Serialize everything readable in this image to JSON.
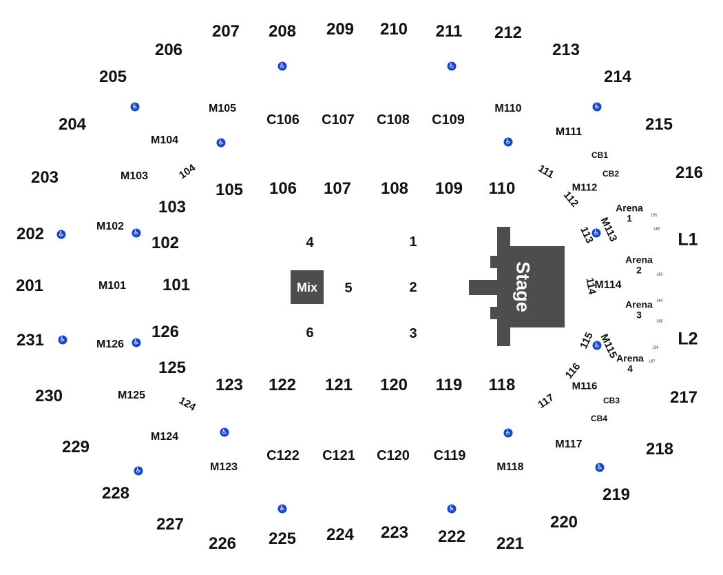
{
  "stage": {
    "label": "Stage"
  },
  "mix": {
    "label": "Mix"
  },
  "sections": [
    {
      "label": "207",
      "kind": "upper"
    },
    {
      "label": "208",
      "kind": "upper"
    },
    {
      "label": "209",
      "kind": "upper"
    },
    {
      "label": "210",
      "kind": "upper"
    },
    {
      "label": "211",
      "kind": "upper"
    },
    {
      "label": "212",
      "kind": "upper"
    },
    {
      "label": "206",
      "kind": "upper"
    },
    {
      "label": "213",
      "kind": "upper"
    },
    {
      "label": "205",
      "kind": "upper"
    },
    {
      "label": "214",
      "kind": "upper"
    },
    {
      "label": "204",
      "kind": "upper"
    },
    {
      "label": "215",
      "kind": "upper"
    },
    {
      "label": "203",
      "kind": "upper"
    },
    {
      "label": "216",
      "kind": "upper"
    },
    {
      "label": "202",
      "kind": "upper"
    },
    {
      "label": "201",
      "kind": "upper"
    },
    {
      "label": "231",
      "kind": "upper"
    },
    {
      "label": "230",
      "kind": "upper"
    },
    {
      "label": "217",
      "kind": "upper"
    },
    {
      "label": "229",
      "kind": "upper"
    },
    {
      "label": "218",
      "kind": "upper"
    },
    {
      "label": "228",
      "kind": "upper"
    },
    {
      "label": "219",
      "kind": "upper"
    },
    {
      "label": "227",
      "kind": "upper"
    },
    {
      "label": "220",
      "kind": "upper"
    },
    {
      "label": "226",
      "kind": "upper"
    },
    {
      "label": "225",
      "kind": "upper"
    },
    {
      "label": "224",
      "kind": "upper"
    },
    {
      "label": "223",
      "kind": "upper"
    },
    {
      "label": "222",
      "kind": "upper"
    },
    {
      "label": "221",
      "kind": "upper"
    },
    {
      "label": "M105",
      "kind": "mezz"
    },
    {
      "label": "M110",
      "kind": "mezz"
    },
    {
      "label": "M104",
      "kind": "mezz"
    },
    {
      "label": "M111",
      "kind": "mezz"
    },
    {
      "label": "M103",
      "kind": "mezz"
    },
    {
      "label": "M112",
      "kind": "mezz-sm"
    },
    {
      "label": "M102",
      "kind": "mezz"
    },
    {
      "label": "M101",
      "kind": "mezz"
    },
    {
      "label": "M114",
      "kind": "mezz"
    },
    {
      "label": "M126",
      "kind": "mezz"
    },
    {
      "label": "M125",
      "kind": "mezz"
    },
    {
      "label": "M116",
      "kind": "mezz-sm"
    },
    {
      "label": "M124",
      "kind": "mezz"
    },
    {
      "label": "M117",
      "kind": "mezz"
    },
    {
      "label": "M123",
      "kind": "mezz"
    },
    {
      "label": "M118",
      "kind": "mezz"
    },
    {
      "label": "C106",
      "kind": "club"
    },
    {
      "label": "C107",
      "kind": "club"
    },
    {
      "label": "C108",
      "kind": "club"
    },
    {
      "label": "C109",
      "kind": "club"
    },
    {
      "label": "C122",
      "kind": "club"
    },
    {
      "label": "C121",
      "kind": "club"
    },
    {
      "label": "C120",
      "kind": "club"
    },
    {
      "label": "C119",
      "kind": "club"
    },
    {
      "label": "105",
      "kind": "lower"
    },
    {
      "label": "106",
      "kind": "lower"
    },
    {
      "label": "107",
      "kind": "lower"
    },
    {
      "label": "108",
      "kind": "lower"
    },
    {
      "label": "109",
      "kind": "lower"
    },
    {
      "label": "110",
      "kind": "lower"
    },
    {
      "label": "103",
      "kind": "lower"
    },
    {
      "label": "102",
      "kind": "lower"
    },
    {
      "label": "101",
      "kind": "lower"
    },
    {
      "label": "126",
      "kind": "lower"
    },
    {
      "label": "125",
      "kind": "lower"
    },
    {
      "label": "123",
      "kind": "lower"
    },
    {
      "label": "122",
      "kind": "lower"
    },
    {
      "label": "121",
      "kind": "lower"
    },
    {
      "label": "120",
      "kind": "lower"
    },
    {
      "label": "119",
      "kind": "lower"
    },
    {
      "label": "118",
      "kind": "lower"
    },
    {
      "label": "104",
      "kind": "lower-rot"
    },
    {
      "label": "111",
      "kind": "lower-rot"
    },
    {
      "label": "112",
      "kind": "lower-rot"
    },
    {
      "label": "113",
      "kind": "lower-rot"
    },
    {
      "label": "M113",
      "kind": "lower-rot"
    },
    {
      "label": "114",
      "kind": "lower-rot"
    },
    {
      "label": "115",
      "kind": "lower-rot"
    },
    {
      "label": "M115",
      "kind": "lower-rot"
    },
    {
      "label": "116",
      "kind": "lower-rot"
    },
    {
      "label": "117",
      "kind": "lower-rot"
    },
    {
      "label": "124",
      "kind": "lower-rot"
    },
    {
      "label": "CB1",
      "kind": "box"
    },
    {
      "label": "CB2",
      "kind": "box"
    },
    {
      "label": "CB3",
      "kind": "box"
    },
    {
      "label": "CB4",
      "kind": "box"
    },
    {
      "label": "L1",
      "kind": "loge"
    },
    {
      "label": "L2",
      "kind": "loge"
    },
    {
      "label": "LB1",
      "kind": "loge-box"
    },
    {
      "label": "LB2",
      "kind": "loge-box"
    },
    {
      "label": "LB3",
      "kind": "loge-box"
    },
    {
      "label": "LB4",
      "kind": "loge-box"
    },
    {
      "label": "LB5",
      "kind": "loge-box"
    },
    {
      "label": "LB6",
      "kind": "loge-box"
    },
    {
      "label": "LB7",
      "kind": "loge-box"
    },
    {
      "label": "4",
      "kind": "floor"
    },
    {
      "label": "1",
      "kind": "floor"
    },
    {
      "label": "5",
      "kind": "floor"
    },
    {
      "label": "2",
      "kind": "floor"
    },
    {
      "label": "6",
      "kind": "floor"
    },
    {
      "label": "3",
      "kind": "floor"
    }
  ],
  "arena_sections": [
    {
      "line1": "Arena",
      "line2": "1"
    },
    {
      "line1": "Arena",
      "line2": "2"
    },
    {
      "line1": "Arena",
      "line2": "3"
    },
    {
      "line1": "Arena",
      "line2": "4"
    }
  ],
  "accessible_icon": "wheelchair-icon",
  "accessible_count": 18,
  "colors": {
    "stage": "#4d4d4d",
    "accessible": "#1a47c8",
    "text": "#111111"
  }
}
